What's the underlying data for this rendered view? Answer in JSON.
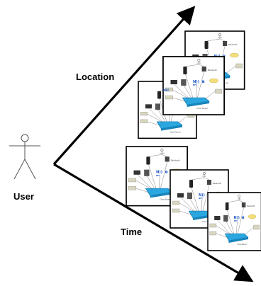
{
  "labels": {
    "user": "User",
    "location": "Location",
    "time": "Time",
    "nfc": "NFC"
  },
  "colors": {
    "hub": "#2aa7e0",
    "note": "#d9d6bf",
    "accent": "#f3df7a",
    "arrow": "#000000",
    "glyph_blue": "#1a55c8"
  },
  "icons": [
    "user-stick-figure-icon",
    "nfc-icon",
    "bluetooth-icon",
    "phone-icon",
    "sensor-icon",
    "cloud-hub-icon"
  ]
}
